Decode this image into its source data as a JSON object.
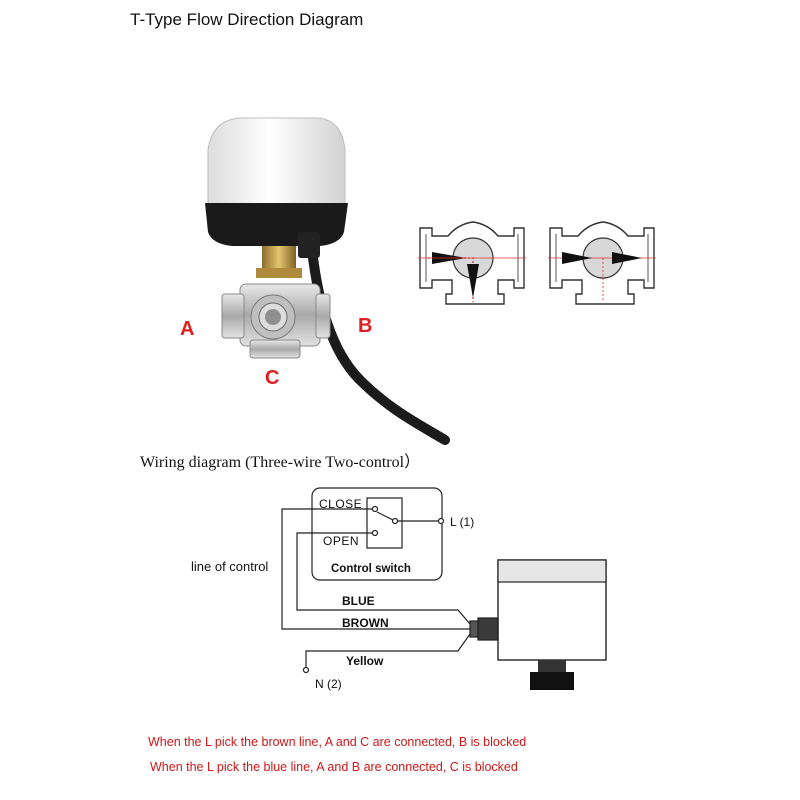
{
  "title": "T-Type Flow Direction Diagram",
  "ports": {
    "a": "A",
    "b": "B",
    "c": "C"
  },
  "wiring": {
    "title": "Wiring diagram (Three-wire Two-control）",
    "line_of_control": "line of control",
    "close": "CLOSE",
    "open": "OPEN",
    "control_switch": "Control switch",
    "l1": "L (1)",
    "blue": "BLUE",
    "brown": "BROWN",
    "yellow": "Yellow",
    "n2": "N (2)"
  },
  "notes": [
    "When the L pick the brown line, A and C are connected, B is blocked",
    "When the L pick the blue line, A and B are connected, C is blocked"
  ],
  "colors": {
    "label_red": "#e02020",
    "note_red": "#d01818",
    "flow_red": "#e03030",
    "actuator_white": "#f1f1f1",
    "actuator_black": "#1a1a1a",
    "brass": "#c9a24a",
    "steel": "#c8c8c8"
  },
  "icons": [
    "valve-photo-illustration",
    "t-port-flow-left",
    "t-port-flow-right",
    "actuator-icon"
  ]
}
